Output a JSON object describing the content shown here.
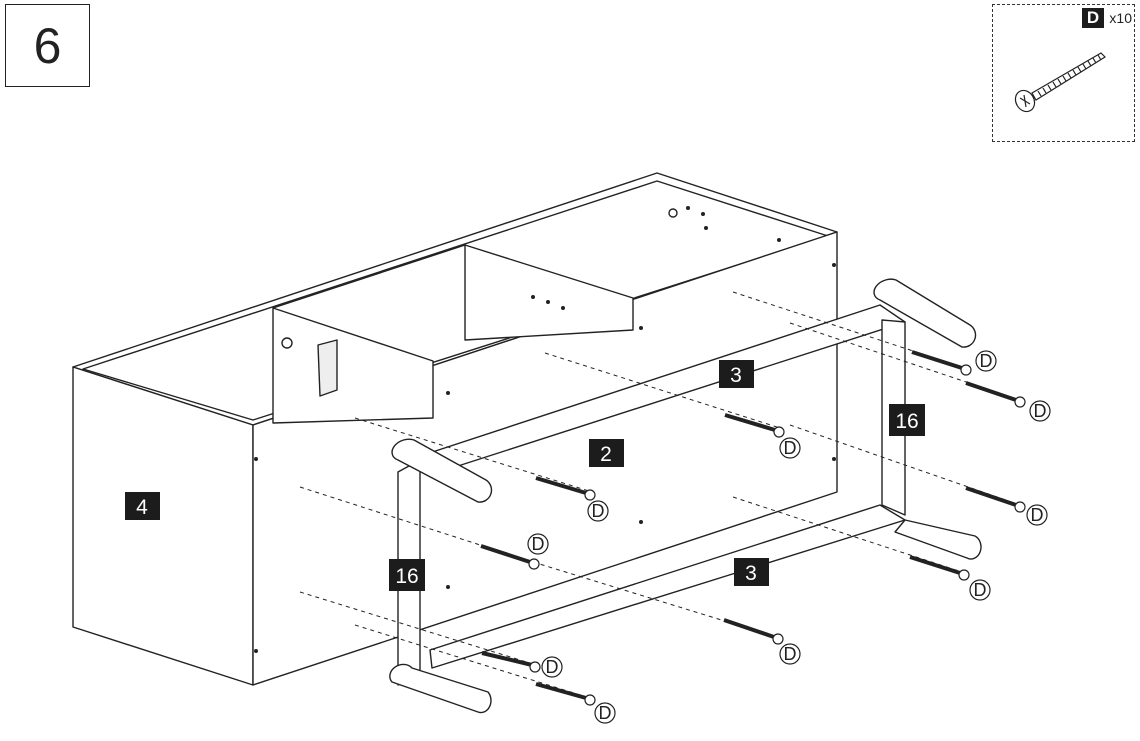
{
  "step": {
    "number": "6"
  },
  "parts": {
    "code": "D",
    "quantity": "x10"
  },
  "panels": [
    {
      "id": "p4",
      "text": "4"
    },
    {
      "id": "p2",
      "text": "2"
    },
    {
      "id": "p3a",
      "text": "3"
    },
    {
      "id": "p3b",
      "text": "3"
    },
    {
      "id": "p16a",
      "text": "16"
    },
    {
      "id": "p16b",
      "text": "16"
    }
  ],
  "screw_label": "D",
  "colors": {
    "line": "#222222",
    "tag_bg": "#1c1c1c",
    "tag_text": "#ffffff"
  }
}
